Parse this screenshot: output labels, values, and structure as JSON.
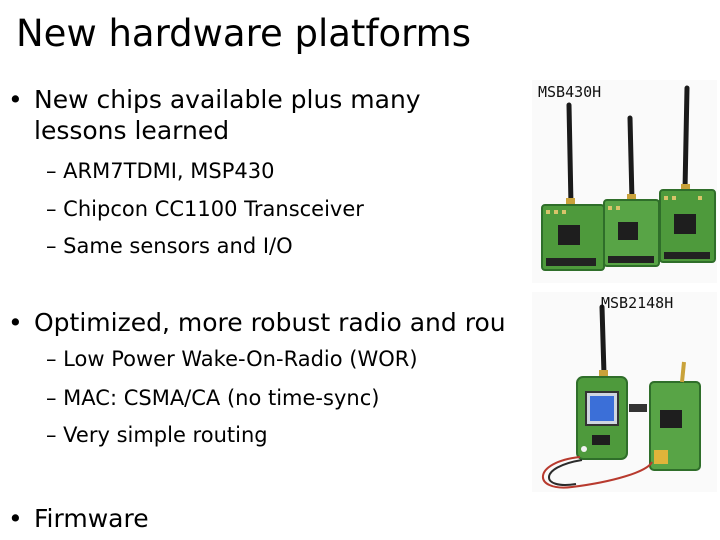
{
  "title": "New hardware platforms",
  "bullets": [
    {
      "symbol": "•",
      "text": "New chips available plus many lessons learned",
      "subitems": [
        "– ARM7TDMI, MSP430",
        "– Chipcon CC1100 Transceiver",
        "– Same sensors and I/O"
      ]
    },
    {
      "symbol": "•",
      "text": "Optimized, more robust radio and rou",
      "subitems": [
        "– Low Power Wake-On-Radio (WOR)",
        "– MAC: CSMA/CA (no time-sync)",
        "– Very simple routing"
      ]
    },
    {
      "symbol": "•",
      "text": "Firmware",
      "subitems": []
    }
  ],
  "images": [
    {
      "caption": "MSB430H"
    },
    {
      "caption": "MSB2148H"
    }
  ],
  "colors": {
    "pcb_green": "#4e9a3c",
    "pcb_dark": "#2f6e2a",
    "antenna": "#1a1a1a",
    "screen_blue": "#3b6fd8"
  }
}
